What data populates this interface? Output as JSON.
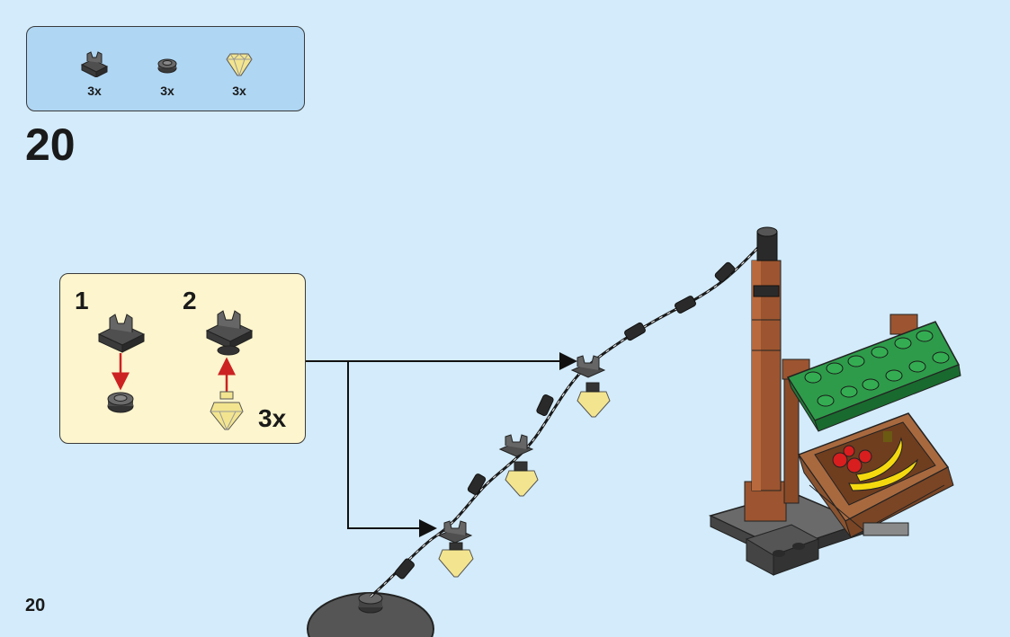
{
  "parts_callout": {
    "items": [
      {
        "icon": "clip-plate-icon",
        "qty": "3x"
      },
      {
        "icon": "round-plate-icon",
        "qty": "3x"
      },
      {
        "icon": "lamp-gem-icon",
        "qty": "3x"
      }
    ]
  },
  "step": {
    "number": "20"
  },
  "subassembly": {
    "step1_label": "1",
    "step2_label": "2",
    "multiplier": "3x"
  },
  "page": {
    "number": "20"
  },
  "colors": {
    "background": "#d3ebfa",
    "parts_box": "#afd6f3",
    "sub_box": "#fdf5cd",
    "arrow_red": "#cc2222",
    "brick_dark_gray": "#5a5a5a",
    "brick_brown": "#9c5530",
    "brick_green": "#2e9b4a",
    "lamp_yellow": "#f3e58f"
  }
}
